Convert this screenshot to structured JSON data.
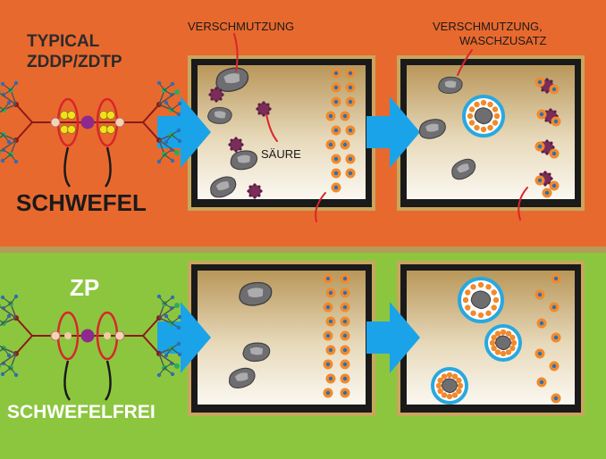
{
  "colors": {
    "top_bg": "#E8692E",
    "bottom_bg": "#8CC63F",
    "divider": "#B59A5A",
    "arrow": "#1AA3E8",
    "frame": "#1A1A1A",
    "molecule_link": "#8B1A1A",
    "molecule_node": "#27AE60",
    "molecule_end": "#2C6FB5",
    "ring": "#D9262C",
    "sulfur": "#F2E01F",
    "metal": "#8E2A8E",
    "particle": "#6E6E70",
    "acid": "#7B2D5A",
    "additive": "#F08A2C",
    "micelle_ring": "#29A8E0"
  },
  "top": {
    "title_line1": "TYPICAL",
    "title_line2": "ZDDP/ZDTP",
    "element_label": "SCHWEFEL",
    "label_dirt": "VERSCHMUTZUNG",
    "label_acid": "SÄURE",
    "label_dirt_additive_line1": "VERSCHMUTZUNG,",
    "label_dirt_additive_line2": "WASCHZUSATZ"
  },
  "bottom": {
    "title": "ZP",
    "element_label": "SCHWEFELFREI"
  }
}
